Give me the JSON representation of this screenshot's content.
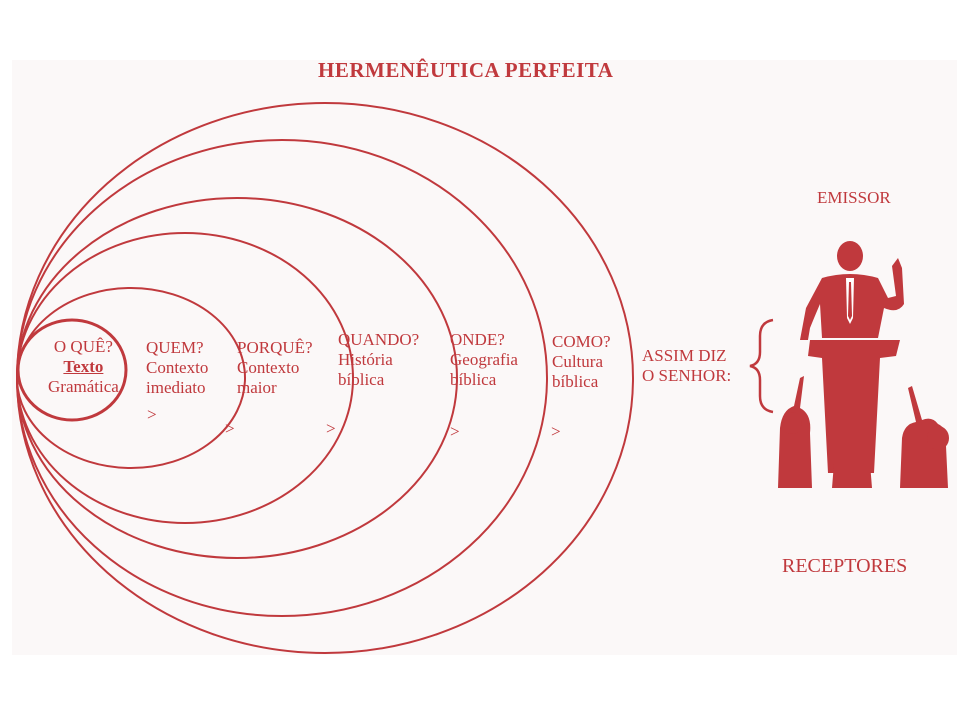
{
  "title": "HERMENÊUTICA PERFEITA",
  "colors": {
    "ink": "#c0393d",
    "background": "#fbf8f8"
  },
  "circles": [
    {
      "question": "O QUÊ?",
      "line1": "Texto",
      "line2": "Gramática"
    },
    {
      "question": "QUEM?",
      "line1": "Contexto",
      "line2": "imediato",
      "arrow": ">"
    },
    {
      "question": "PORQUÊ?",
      "line1": "Contexto",
      "line2": "maior",
      "arrow": ">"
    },
    {
      "question": "QUANDO?",
      "line1": "História",
      "line2": "bíblica",
      "arrow": ">"
    },
    {
      "question": "ONDE?",
      "line1": "Geografia",
      "line2": "bíblica",
      "arrow": ">"
    },
    {
      "question": "COMO?",
      "line1": "Cultura",
      "line2": "bíblica",
      "arrow": ">"
    }
  ],
  "message": {
    "line1": "ASSIM DIZ",
    "line2": "O SENHOR:"
  },
  "emissor": "EMISSOR",
  "receptores": "RECEPTORES",
  "icons": [
    "brace-icon",
    "preacher-pulpit-icon",
    "raised-hands-audience-icon"
  ]
}
